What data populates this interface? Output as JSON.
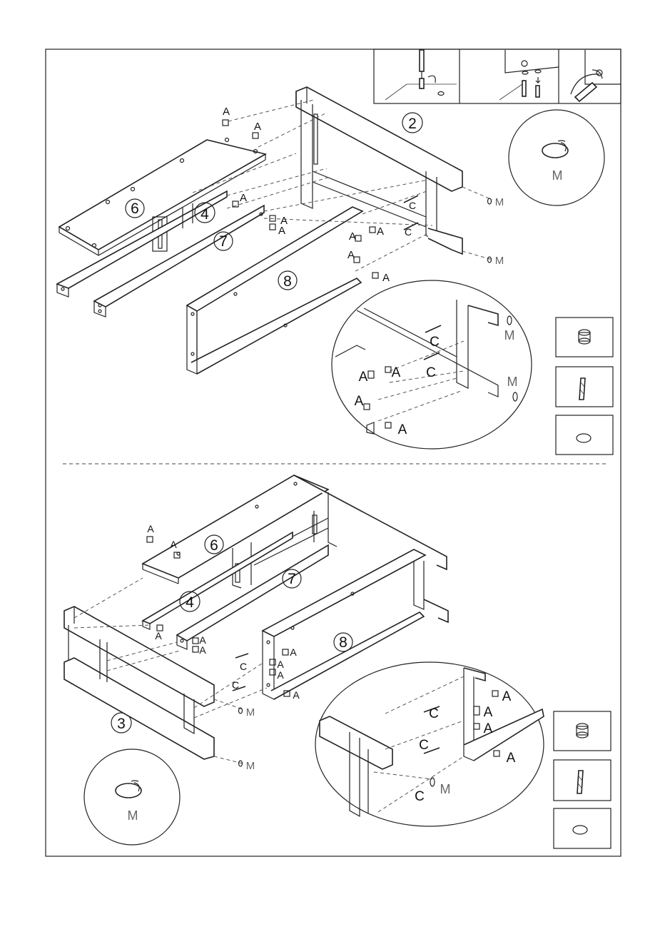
{
  "steps": [
    {
      "number": "2",
      "number_label": "2",
      "zoom_label": "M"
    },
    {
      "number": "3",
      "number_label": "3",
      "zoom_label": "M"
    }
  ],
  "parts": {
    "p6": "6",
    "p4": "4",
    "p7": "7",
    "p8": "8"
  },
  "hardware": {
    "cam_lock": "A",
    "dowel": "C",
    "cover_cap": "M"
  },
  "colors": {
    "line": "#222222",
    "cap_gray": "#666666",
    "background": "#ffffff"
  },
  "icons": [
    "screwdriver-icon",
    "cam-lock-icon",
    "dowel-icon",
    "cover-cap-icon"
  ]
}
